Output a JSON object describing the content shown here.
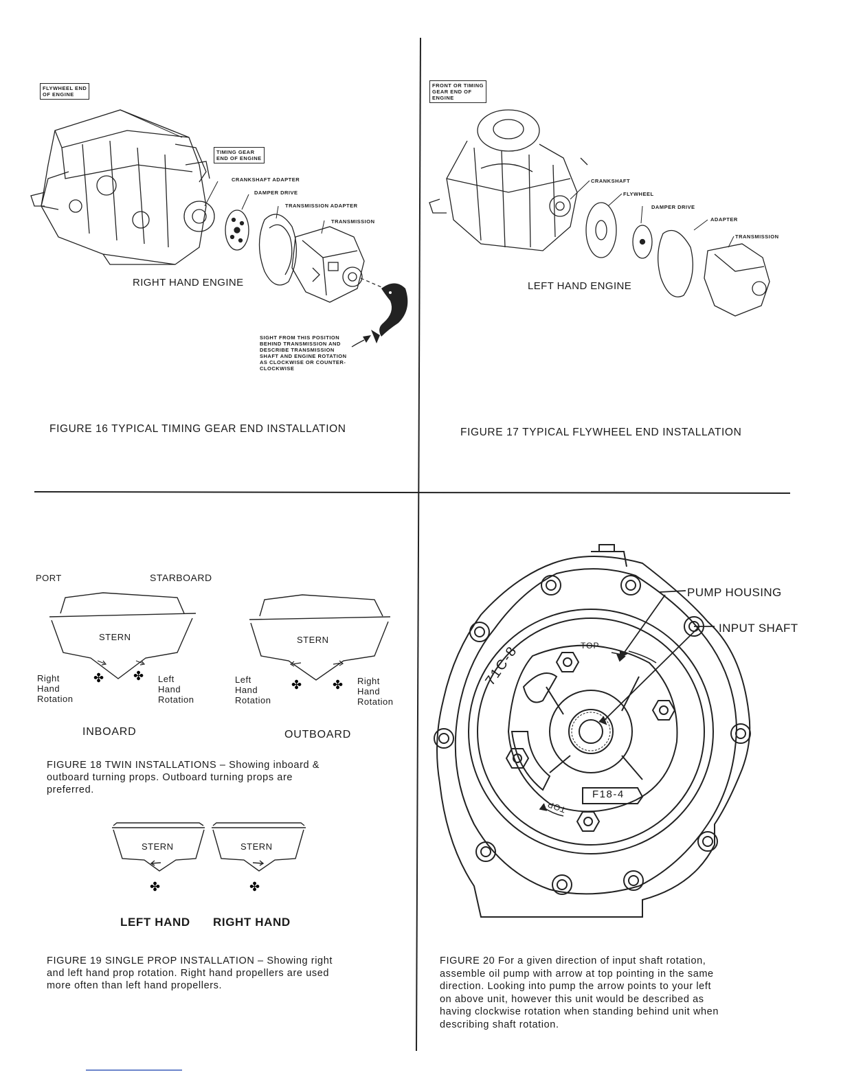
{
  "fig16": {
    "flywheel_label": [
      "FLYWHEEL END",
      "OF ENGINE"
    ],
    "timing_label": [
      "TIMING GEAR",
      "END OF ENGINE"
    ],
    "crankshaft_adapter": "CRANKSHAFT ADAPTER",
    "damper_drive": "DAMPER DRIVE",
    "transmission_adapter": "TRANSMISSION ADAPTER",
    "transmission": "TRANSMISSION",
    "engine_label": "RIGHT HAND ENGINE",
    "sight_note": [
      "SIGHT FROM THIS POSITION",
      "BEHIND TRANSMISSION AND",
      "DESCRIBE TRANSMISSION",
      "SHAFT AND ENGINE ROTATION",
      "AS CLOCKWISE OR COUNTER-",
      "CLOCKWISE"
    ],
    "caption": "FIGURE 16  TYPICAL TIMING GEAR END INSTALLATION"
  },
  "fig17": {
    "front_label": [
      "FRONT OR TIMING",
      "GEAR END OF",
      "ENGINE"
    ],
    "crankshaft": "CRANKSHAFT",
    "flywheel": "FLYWHEEL",
    "damper_drive": "DAMPER DRIVE",
    "adapter": "ADAPTER",
    "transmission": "TRANSMISSION",
    "engine_label": "LEFT HAND ENGINE",
    "caption": "FIGURE 17  TYPICAL FLYWHEEL END INSTALLATION"
  },
  "fig18": {
    "port": "PORT",
    "starboard": "STARBOARD",
    "stern1": "STERN",
    "stern2": "STERN",
    "inboard_right": [
      "Right",
      "Hand",
      "Rotation"
    ],
    "inboard_left": [
      "Left",
      "Hand",
      "Rotation"
    ],
    "outboard_left": [
      "Left",
      "Hand",
      "Rotation"
    ],
    "outboard_right": [
      "Right",
      "Hand",
      "Rotation"
    ],
    "inboard": "INBOARD",
    "outboard": "OUTBOARD",
    "caption": [
      "FIGURE 18   TWIN INSTALLATIONS – Showing inboard &",
      "outboard turning props. Outboard turning props are",
      "preferred."
    ]
  },
  "fig19": {
    "stern1": "STERN",
    "stern2": "STERN",
    "left_hand": "LEFT HAND",
    "right_hand": "RIGHT HAND",
    "caption": [
      "FIGURE 19  SINGLE PROP INSTALLATION – Showing right",
      "and left hand prop rotation. Right hand propellers are used",
      "more often than left hand propellers."
    ]
  },
  "fig20": {
    "pump_housing": "PUMP HOUSING",
    "input_shaft": "INPUT SHAFT",
    "top1": "TOP",
    "top2": "TOP",
    "part1": "71C-8",
    "part2": "F18-4",
    "caption": [
      "FIGURE 20  For a given direction of input shaft rotation,",
      "assemble oil pump with arrow at top pointing in the same",
      "direction. Looking into pump the arrow points to your left",
      "on above unit, however this unit would be described as",
      "having clockwise rotation when standing behind unit when",
      "describing shaft rotation."
    ]
  }
}
